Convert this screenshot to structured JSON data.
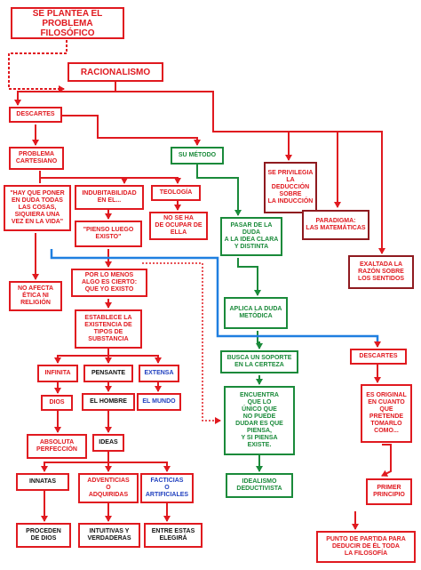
{
  "colors": {
    "red": "#e0191f",
    "dark_red": "#8f1a1f",
    "green": "#1a8a3a",
    "blue": "#1f3fbf",
    "blue_line": "#1f7fe0",
    "black": "#111111"
  },
  "nodes": {
    "problema_filosofico": "SE PLANTEA EL\nPROBLEMA FILOSÓFICO",
    "racionalismo": "RACIONALISMO",
    "descartes": "DESCARTES",
    "problema_cartesiano": "PROBLEMA\nCARTESIANO",
    "su_metodo": "SU MÉTODO",
    "deduccion": "SE PRIVILEGIA\nLA\nDEDUCCIÓN\nSOBRE\nLA INDUCCIÓN",
    "paradigma": "PARADIGMA:\nLAS MATEMÁTICAS",
    "hay_que_poner": "\"HAY QUE PONER\nEN DUDA TODAS\nLAS COSAS,\nSIQUIERA UNA\nVEZ EN LA VIDA\"",
    "indubitabilidad": "INDUBITABILIDAD\nEN EL...",
    "teologia": "TEOLOGÍA",
    "pienso_luego": "\"PIENSO LUEGO\nEXISTO\"",
    "no_se_ha": "NO SE HA\nDE OCUPAR DE ELLA",
    "pasar_de_la_duda": "PASAR DE LA DUDA\nA LA IDEA CLARA\nY DISTINTA",
    "exaltada": "EXALTADA LA\nRAZÓN SOBRE\nLOS SENTIDOS",
    "no_afecta": "NO AFECTA\nÉTICA NI\nRELIGIÓN",
    "por_lo_menos": "POR LO MENOS\nALGO ES CIERTO:\nQUE YO EXISTO",
    "aplica_la_duda": "APLICA LA DUDA\nMETÓDICA",
    "establece": "ESTABLECE LA\nEXISTENCIA DE\nTIPOS DE\nSUBSTANCIA",
    "busca_soporte": "BUSCA UN SOPORTE\nEN LA CERTEZA",
    "descartes2": "DESCARTES",
    "infinita": "INFINITA",
    "pensante": "PENSANTE",
    "extensa": "EXTENSA",
    "dios": "DIOS",
    "el_hombre": "EL HOMBRE",
    "el_mundo": "EL MUNDO",
    "encuentra": "ENCUENTRA\nQUE LO\nÚNICO QUE\nNO PUEDE\nDUDAR ES QUE\nPIENSA,\nY SI PIENSA\nEXISTE.",
    "es_original": "ES ORIGINAL\nEN CUANTO\nQUE\nPRETENDE\nTOMARLO\nCOMO...",
    "absoluta": "ABSOLUTA\nPERFECCIÓN",
    "ideas": "IDEAS",
    "innatas": "INNATAS",
    "adventicias": "ADVENTICIAS\nO\nADQUIRIDAS",
    "facticias": "FACTICIAS\nO\nARTIFICIALES",
    "idealismo": "IDEALISMO\nDEDUCTIVISTA",
    "primer_principio": "PRIMER\nPRINCIPIO",
    "proceden": "PROCEDEN\nDE DIOS",
    "intuitivas": "INTUITIVAS Y\nVERDADERAS",
    "entre_estas": "ENTRE ESTAS\nELEGIRÁ",
    "punto_de_partida": "PUNTO DE PARTIDA PARA\nDEDUCIR DE ÉL TODA\nLA FILOSOFÍA"
  }
}
